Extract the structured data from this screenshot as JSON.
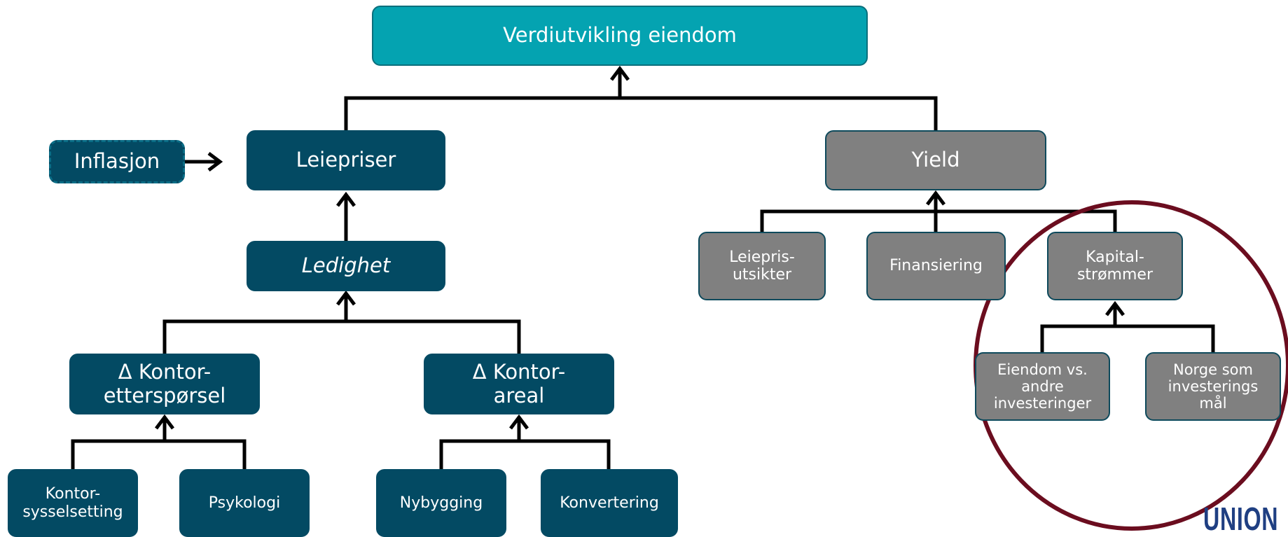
{
  "diagram": {
    "root": {
      "label": "Verdiutvikling eiendom"
    },
    "inflation": {
      "label": "Inflasjon"
    },
    "rents": {
      "label": "Leiepriser"
    },
    "vacancy": {
      "label": "Ledighet"
    },
    "demand": {
      "label": "Δ Kontor-\netterspørsel"
    },
    "supply": {
      "label": "Δ Kontor-\nareal"
    },
    "employment": {
      "label": "Kontor-\nsysselsetting"
    },
    "psychology": {
      "label": "Psykologi"
    },
    "new_build": {
      "label": "Nybygging"
    },
    "conversion": {
      "label": "Konvertering"
    },
    "yield": {
      "label": "Yield"
    },
    "rent_outlook": {
      "label": "Leiepris-\nutsikter"
    },
    "financing": {
      "label": "Finansiering"
    },
    "capital_flows": {
      "label": "Kapital-\nstrømmer"
    },
    "property_vs_other": {
      "label": "Eiendom vs.\nandre\ninvesteringer"
    },
    "norway_target": {
      "label": "Norge som\ninvesterings\nmål"
    },
    "highlight_color": "#6b0d1f"
  },
  "logo": {
    "text": "UNION"
  }
}
